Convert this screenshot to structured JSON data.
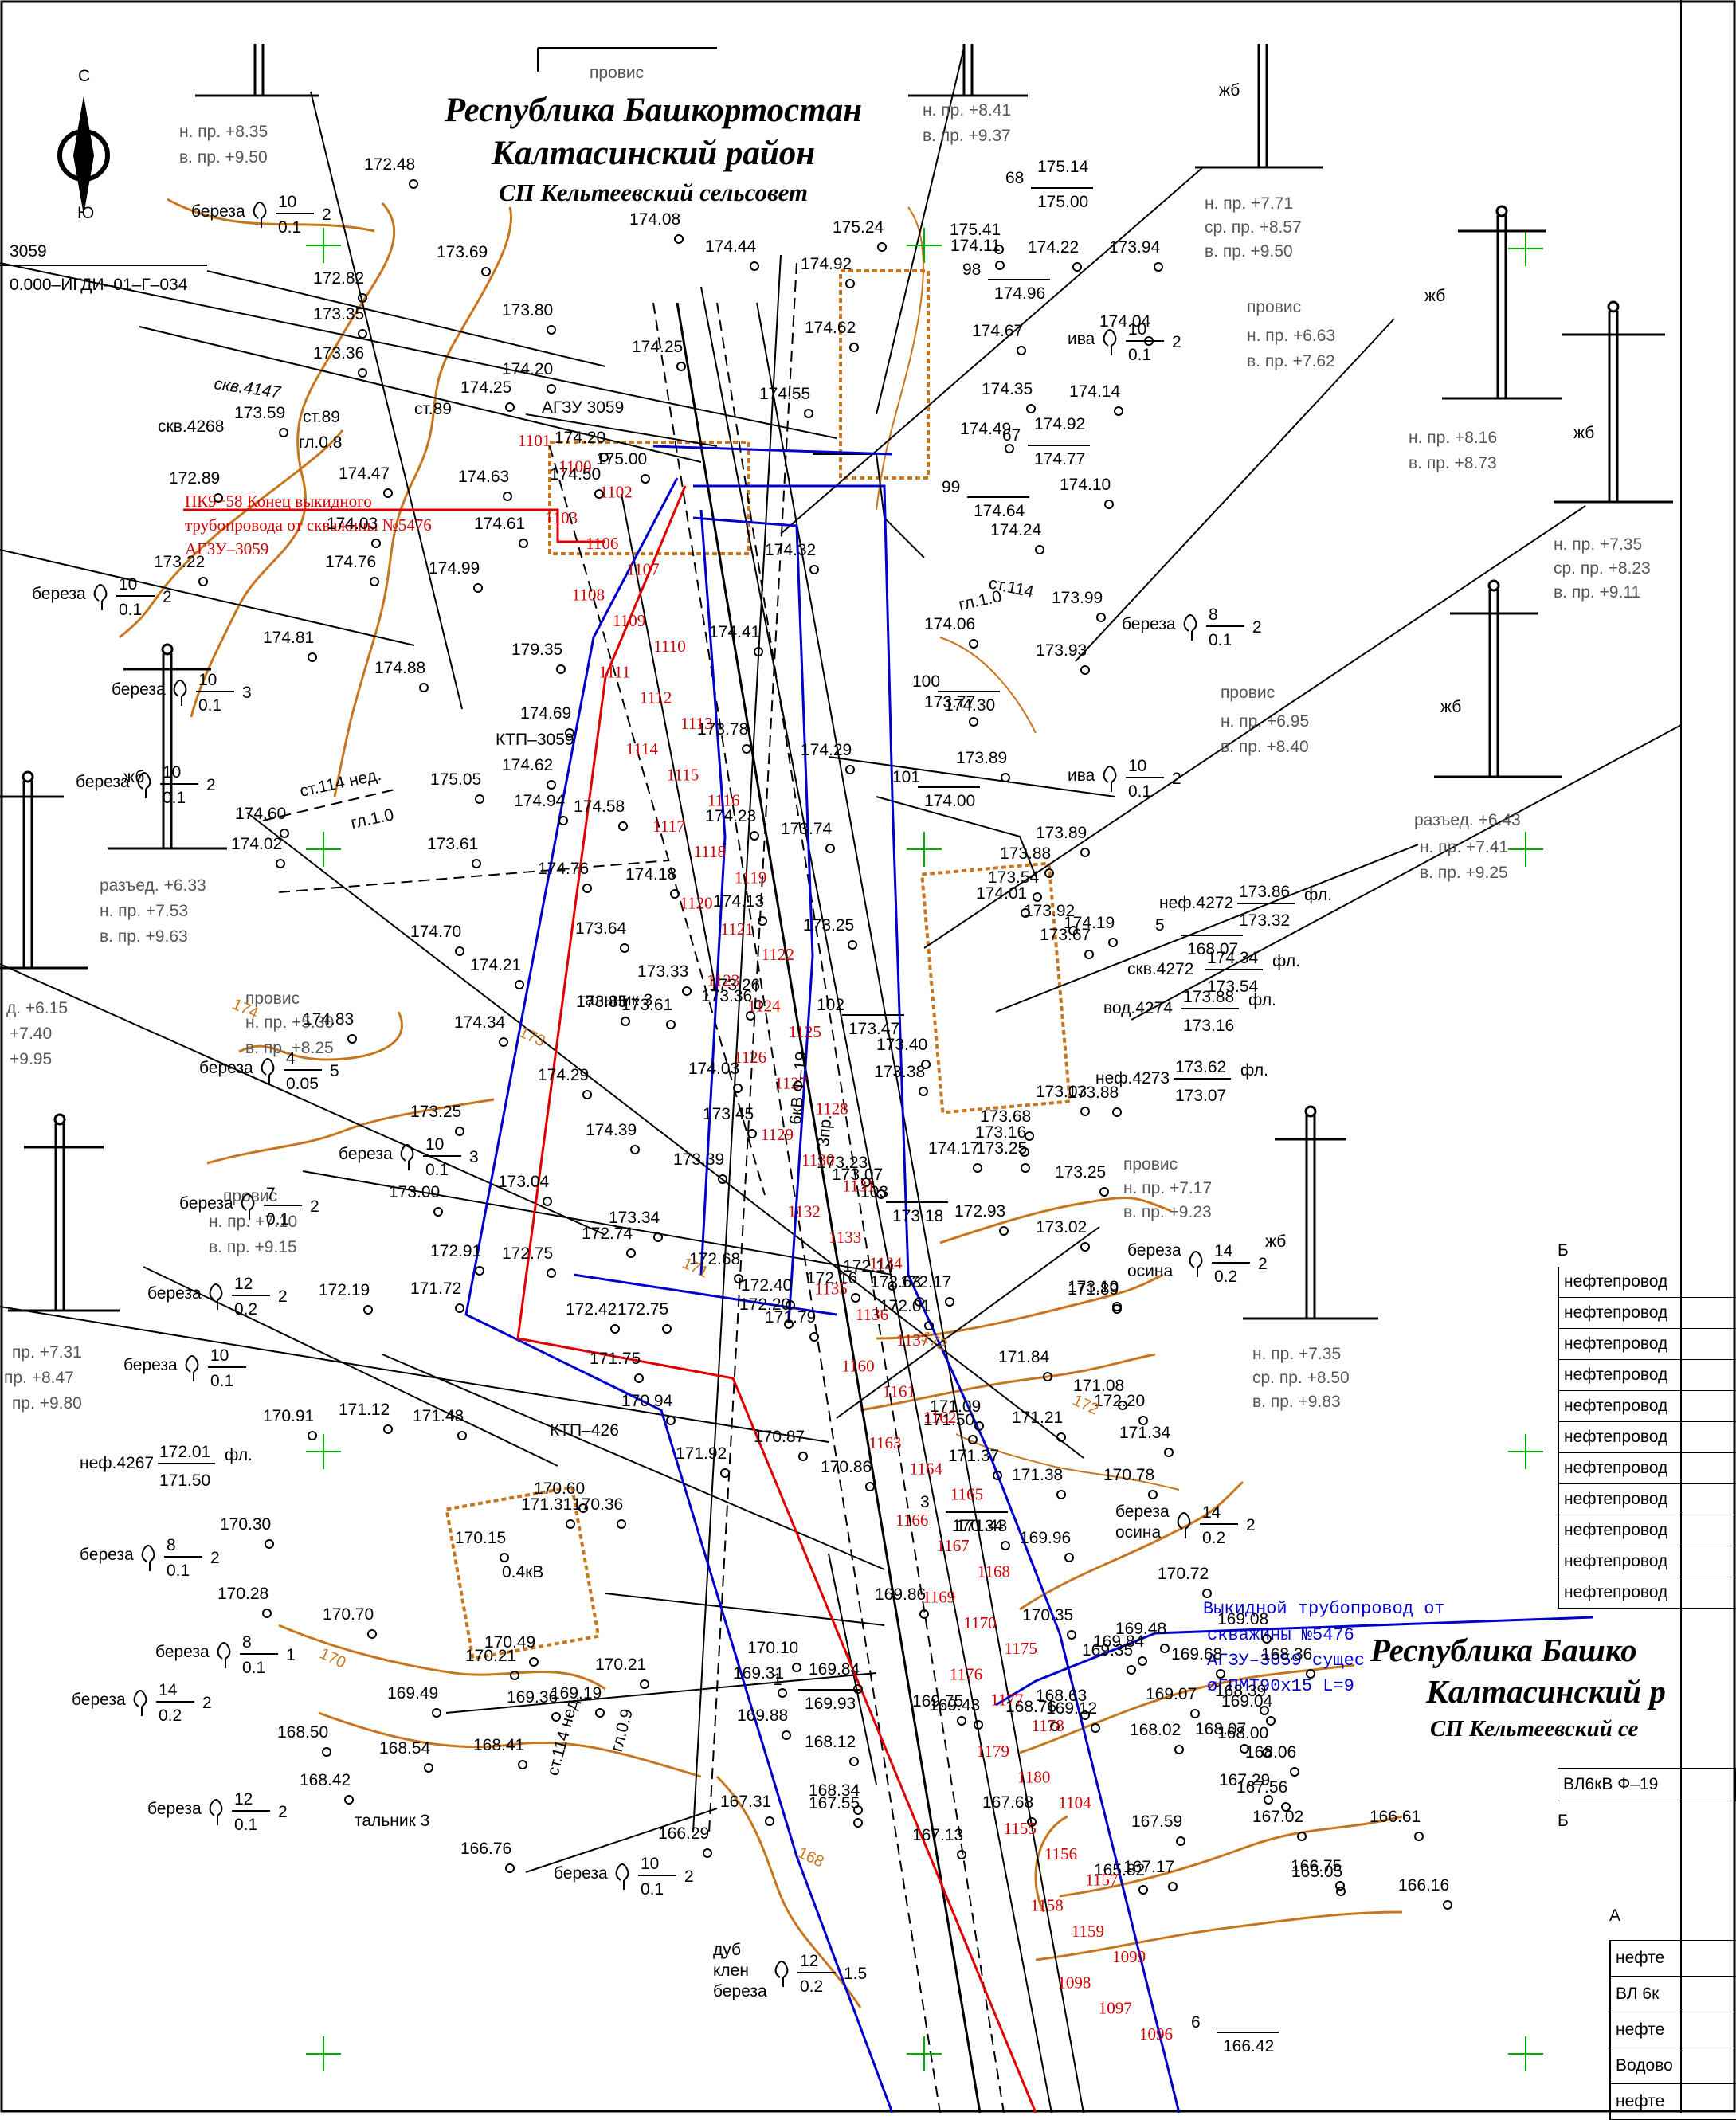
{
  "title": {
    "line1": "Республика Башкортостан",
    "line2": "Калтасинский район",
    "line3": "СП Кельтеевский сельсовет"
  },
  "title_repeat": {
    "line1": "Республика Башко",
    "line2": "Калтасинский р",
    "line3": "СП Кельтеевский се"
  },
  "sheet_code": {
    "top": "3059",
    "bottom": "0.000–ИГДИ–01–Г–034"
  },
  "north": {
    "top": "С",
    "bottom": "Ю"
  },
  "colors": {
    "contour": "#c8761e",
    "pipeline_blue": "#0000cc",
    "pipeline_red": "#e00000",
    "grid_cross": "#00b000"
  },
  "annotation_red": {
    "lines": [
      "ПК9+58 Конец выкидного",
      "трубопровода от скважины №5476",
      "АГЗУ–3059"
    ]
  },
  "annotation_blue": {
    "lines": [
      "Выкидной трубопровод от",
      "скважины №5476",
      "АГЗУ–3059 сущес",
      "øГПМТ90х15 L=9"
    ]
  },
  "legend_b": {
    "head": "Б",
    "rows": [
      "нефтепровод",
      "нефтепровод",
      "нефтепровод",
      "нефтепровод",
      "нефтепровод",
      "нефтепровод",
      "нефтепровод",
      "нефтепровод",
      "нефтепровод",
      "нефтепровод",
      "нефтепровод"
    ],
    "tail": "ВЛ6кВ Ф–19",
    "foot": "Б"
  },
  "legend_a": {
    "head": "А",
    "rows": [
      "нефте",
      "ВЛ 6к",
      "нефте",
      "Водово",
      "нефте"
    ]
  },
  "poles": [
    {
      "tag": "",
      "lines": [
        "н. пр. +8.35",
        "в. пр. +9.50"
      ]
    },
    {
      "tag": "провис",
      "lines": []
    },
    {
      "tag": "",
      "lines": [
        "н. пр. +8.41",
        "в. пр. +9.37"
      ]
    },
    {
      "tag": "жб",
      "lines": [
        "н. пр. +7.71",
        "ср. пр. +8.57",
        "в. пр. +9.50"
      ]
    },
    {
      "tag": "провис",
      "lines": [
        "н. пр. +6.63",
        "в. пр. +7.62"
      ]
    },
    {
      "tag": "жб",
      "lines": [
        "н. пр. +8.16",
        "в. пр. +8.73"
      ]
    },
    {
      "tag": "жб",
      "lines": [
        "н. пр. +7.35",
        "ср. пр. +8.23",
        "в. пр. +9.11"
      ]
    },
    {
      "tag": "провис",
      "lines": [
        "н. пр. +6.95",
        "в. пр. +8.40"
      ]
    },
    {
      "tag": "жб",
      "lines": [
        "разъед. +6.43",
        "н. пр. +7.41",
        "в. пр. +9.25"
      ]
    },
    {
      "tag": "жб",
      "lines": [
        "разъед. +6.33",
        "н. пр. +7.53",
        "в. пр. +9.63"
      ]
    },
    {
      "tag": "",
      "lines": [
        "д. +6.15",
        "+7.40",
        "+9.95"
      ]
    },
    {
      "tag": "провис",
      "lines": [
        "н. пр. +5.30",
        "в. пр. +8.25"
      ]
    },
    {
      "tag": "провис",
      "lines": [
        "н. пр. +7.17",
        "в. пр. +9.23"
      ]
    },
    {
      "tag": "провис",
      "lines": [
        "н. пр. +7.10",
        "в. пр. +9.15"
      ]
    },
    {
      "tag": "жб",
      "lines": [
        "н. пр. +7.35",
        "ср. пр. +8.50",
        "в. пр. +9.83"
      ]
    },
    {
      "tag": "",
      "lines": [
        "пр. +7.31",
        "пр. +8.47",
        "пр. +9.80"
      ]
    }
  ],
  "trees": [
    {
      "name": "береза",
      "num": "10",
      "den": "0.1",
      "n": "2"
    },
    {
      "name": "береза",
      "num": "10",
      "den": "0.1",
      "n": "2"
    },
    {
      "name": "береза",
      "num": "10",
      "den": "0.1",
      "n": "3"
    },
    {
      "name": "береза",
      "num": "10",
      "den": "0.1",
      "n": "2"
    },
    {
      "name": "ива",
      "num": "10",
      "den": "0.1",
      "n": "2"
    },
    {
      "name": "береза",
      "num": "8",
      "den": "0.1",
      "n": "2"
    },
    {
      "name": "ива",
      "num": "10",
      "den": "0.1",
      "n": "2"
    },
    {
      "name": "береза",
      "num": "4",
      "den": "0.05",
      "n": "5"
    },
    {
      "name": "береза",
      "num": "10",
      "den": "0.1",
      "n": "3"
    },
    {
      "name": "береза",
      "num": "7",
      "den": "0.1",
      "n": "2"
    },
    {
      "name": "береза",
      "num": "12",
      "den": "0.2",
      "n": "2"
    },
    {
      "name": "береза",
      "num": "10",
      "den": "0.1",
      "n": ""
    },
    {
      "name": "береза",
      "num": "8",
      "den": "0.1",
      "n": "2"
    },
    {
      "name": "береза",
      "num": "8",
      "den": "0.1",
      "n": "1"
    },
    {
      "name": "береза",
      "num": "14",
      "den": "0.2",
      "n": "2"
    },
    {
      "name": "береза",
      "num": "12",
      "den": "0.1",
      "n": "2"
    },
    {
      "name": "береза",
      "num": "10",
      "den": "0.1",
      "n": "2"
    },
    {
      "name": "береза осина",
      "num": "14",
      "den": "0.2",
      "n": "2"
    },
    {
      "name": "береза осина",
      "num": "14",
      "den": "0.2",
      "n": "2"
    },
    {
      "name": "дуб клен береза",
      "num": "12",
      "den": "0.2",
      "n": "1.5"
    }
  ],
  "wells": [
    {
      "name": "неф.4272",
      "num": "173.86",
      "den": "173.32",
      "suffix": "фл."
    },
    {
      "name": "скв.4272",
      "num": "174.34",
      "den": "173.54",
      "suffix": "фл."
    },
    {
      "name": "вод.4274",
      "num": "173.88",
      "den": "173.16",
      "suffix": "фл."
    },
    {
      "name": "неф.4273",
      "num": "173.62",
      "den": "173.07",
      "suffix": "фл."
    },
    {
      "name": "неф.4267",
      "num": "172.01",
      "den": "171.50",
      "suffix": "фл."
    }
  ],
  "points": [
    {
      "no": "68",
      "num": "175.14",
      "den": "175.00"
    },
    {
      "no": "98",
      "num": "",
      "den": "174.96"
    },
    {
      "no": "67",
      "num": "174.92",
      "den": "174.77"
    },
    {
      "no": "99",
      "num": "",
      "den": "174.64"
    },
    {
      "no": "100",
      "num": "",
      "den": "174.30"
    },
    {
      "no": "101",
      "num": "",
      "den": "174.00"
    },
    {
      "no": "102",
      "num": "",
      "den": "173.47"
    },
    {
      "no": "103",
      "num": "",
      "den": "173.18"
    },
    {
      "no": "3",
      "num": "",
      "den": "170.34"
    },
    {
      "no": "1",
      "num": "",
      "den": "169.93"
    },
    {
      "no": "5",
      "num": "",
      "den": "168.07"
    },
    {
      "no": "6",
      "num": "",
      "den": "166.42"
    }
  ],
  "labels": {
    "agzu": "АГЗУ 3059",
    "ktp1": "КТП–3059",
    "ktp2": "КТП–426",
    "skv4147": "скв.4147",
    "skv4268": "скв.4268",
    "talnik1": "тальник 3",
    "talnik2": "тальник 3",
    "st89a": "ст.89",
    "st89b": "ст.89",
    "gl08": "гл.0.8",
    "st114a": "ст.114",
    "gl10a": "гл.1.0",
    "st114b": "ст.114 нед.",
    "gl10b": "гл.1.0",
    "vl": "6кВ Ф–19",
    "vl2": "3пр.",
    "kv04": "0.4кВ",
    "st114c": "ст.114 нед.",
    "gl09": "гл.0.9"
  },
  "elevations": [
    "172.48",
    "174.08",
    "174.44",
    "174.92",
    "175.24",
    "175.41",
    "174.11",
    "174.22",
    "173.94",
    "172.82",
    "173.69",
    "173.35",
    "173.80",
    "173.36",
    "174.25",
    "174.20",
    "174.25",
    "174.62",
    "174.67",
    "174.04",
    "174.35",
    "174.14",
    "173.59",
    "174.20",
    "175.00",
    "174.50",
    "174.55",
    "174.49",
    "174.10",
    "172.89",
    "174.47",
    "174.63",
    "174.61",
    "174.03",
    "174.76",
    "174.24",
    "173.22",
    "174.99",
    "174.32",
    "173.99",
    "174.81",
    "174.88",
    "179.35",
    "174.41",
    "174.06",
    "173.93",
    "174.69",
    "175.05",
    "174.62",
    "174.29",
    "173.77",
    "173.89",
    "173.78",
    "174.02",
    "174.94",
    "174.58",
    "174.23",
    "173.74",
    "173.89",
    "173.61",
    "174.76",
    "174.18",
    "174.13",
    "173.88",
    "173.54",
    "174.01",
    "173.92",
    "174.19",
    "173.67",
    "174.60",
    "173.64",
    "173.25",
    "174.70",
    "174.21",
    "173.33",
    "173.26",
    "174.83",
    "174.34",
    "173.85",
    "173.61",
    "173.36",
    "174.29",
    "174.03",
    "173.40",
    "173.38",
    "173.03",
    "173.88",
    "173.25",
    "174.39",
    "173.45",
    "173.68",
    "173.16",
    "173.25",
    "173.39",
    "173.23",
    "174.17",
    "173.25",
    "173.00",
    "173.04",
    "173.07",
    "172.93",
    "173.02",
    "173.34",
    "172.74",
    "172.63",
    "172.91",
    "172.75",
    "173.10",
    "172.68",
    "172.40",
    "172.17",
    "172.42",
    "172.19",
    "172.75",
    "172.20",
    "172.16",
    "172.14",
    "172.01",
    "171.89",
    "171.72",
    "171.79",
    "171.84",
    "171.08",
    "171.21",
    "172.20",
    "171.34",
    "171.75",
    "171.50",
    "171.09",
    "170.91",
    "171.12",
    "171.48",
    "170.94",
    "170.87",
    "170.86",
    "171.92",
    "171.37",
    "171.38",
    "170.78",
    "170.60",
    "171.31",
    "170.36",
    "171.43",
    "170.30",
    "169.96",
    "170.15",
    "170.72",
    "170.28",
    "170.70",
    "170.49",
    "170.10",
    "169.86",
    "170.35",
    "170.21",
    "170.21",
    "169.84",
    "169.75",
    "168.76",
    "169.84",
    "169.35",
    "169.48",
    "169.31",
    "169.43",
    "169.68",
    "168.36",
    "169.08",
    "169.49",
    "169.36",
    "169.19",
    "169.88",
    "169.12",
    "169.07",
    "169.04",
    "168.39",
    "168.63",
    "168.50",
    "168.54",
    "168.41",
    "168.12",
    "168.02",
    "168.07",
    "168.00",
    "168.06",
    "168.42",
    "168.34",
    "167.68",
    "167.56",
    "167.29",
    "167.31",
    "167.55",
    "167.59",
    "167.02",
    "166.61",
    "166.76",
    "166.29",
    "167.13",
    "167.17",
    "165.82",
    "165.05",
    "166.16",
    "166.75"
  ],
  "red_numbers": [
    "1101",
    "1100",
    "1102",
    "1103",
    "1106",
    "1107",
    "1108",
    "1109",
    "1110",
    "1111",
    "1112",
    "1113",
    "1114",
    "1115",
    "1116",
    "1117",
    "1118",
    "1119",
    "1120",
    "1121",
    "1122",
    "1123",
    "1124",
    "1125",
    "1126",
    "1127",
    "1128",
    "1129",
    "1130",
    "1131",
    "1132",
    "1133",
    "1134",
    "1135",
    "1136",
    "1137",
    "1160",
    "1161",
    "1162",
    "1163",
    "1164",
    "1165",
    "1166",
    "1167",
    "1168",
    "1169",
    "1170",
    "1175",
    "1176",
    "1177",
    "1178",
    "1179",
    "1180",
    "1104",
    "1155",
    "1156",
    "1157",
    "1158",
    "1159",
    "1099",
    "1098",
    "1097",
    "1096"
  ],
  "contour_labels": [
    "172",
    "172",
    "171",
    "170",
    "168",
    "174",
    "173"
  ]
}
